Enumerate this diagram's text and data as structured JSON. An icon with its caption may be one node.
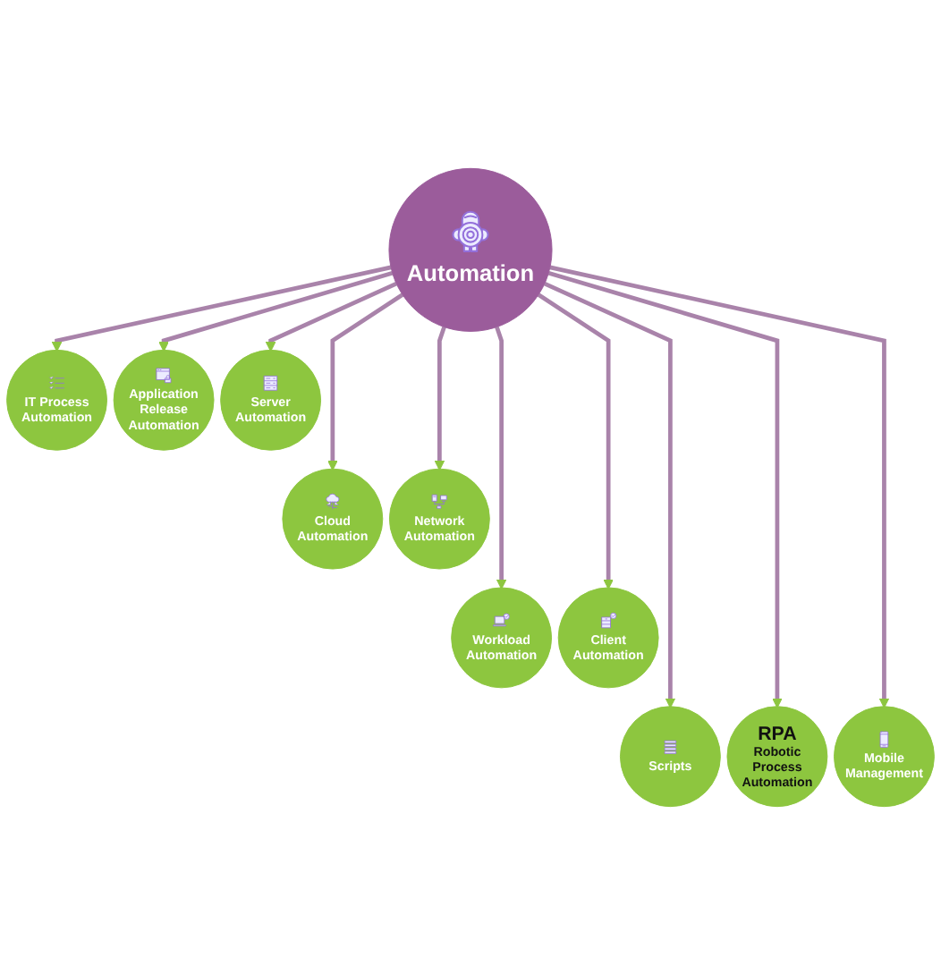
{
  "diagram": {
    "nodes": [
      {
        "text": [
          "Automation"
        ]
      },
      {
        "text": [
          "IT Process Automation"
        ]
      },
      {
        "text": [
          "Application Release Automation"
        ]
      },
      {
        "text": [
          "Cloud Automation"
        ]
      },
      {
        "text": [
          "Workload Automation"
        ]
      },
      {
        "text": [
          "Scripts"
        ]
      },
      {
        "text": [
          "RPA",
          "Robotic Process Automation"
        ]
      },
      {
        "text": [
          "Mobile Management"
        ]
      },
      {
        "text": [
          "Client Automation"
        ]
      },
      {
        "text": [
          "Network Automation"
        ]
      },
      {
        "text": [
          "Server Automation"
        ]
      }
    ],
    "edges": [
      {
        "from": 0,
        "to": 1,
        "arrow": "to"
      },
      {
        "from": 0,
        "to": 2,
        "arrow": "to"
      },
      {
        "from": 0,
        "to": 3,
        "arrow": "to"
      },
      {
        "from": 0,
        "to": 4,
        "arrow": "to"
      },
      {
        "from": 0,
        "to": 5,
        "arrow": "to"
      },
      {
        "from": 0,
        "to": 6,
        "arrow": "to"
      },
      {
        "from": 0,
        "to": 7,
        "arrow": "to"
      },
      {
        "from": 0,
        "to": 8,
        "arrow": "to"
      },
      {
        "from": 0,
        "to": 9,
        "arrow": "to"
      },
      {
        "from": 0,
        "to": 10,
        "arrow": "to"
      }
    ]
  }
}
